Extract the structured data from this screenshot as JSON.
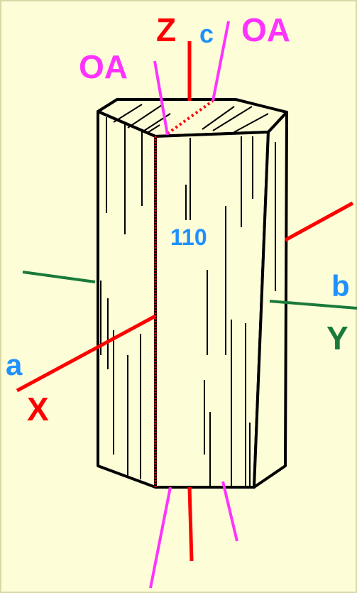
{
  "colors": {
    "background": "#fdfdd8",
    "frame": "#d9d9a8",
    "outline": "#000000",
    "z_axis": "#ff0000",
    "x_axis": "#ff0000",
    "y_axis": "#1a7a3a",
    "optic_axis": "#ff33ff",
    "crystal_label": "#1e90ff"
  },
  "labels": {
    "z_axis": "Z",
    "c_axis": "c",
    "optic_axis_left": "OA",
    "optic_axis_right": "OA",
    "face": "110",
    "b_axis": "b",
    "y_axis": "Y",
    "a_axis": "a",
    "x_axis": "X"
  }
}
